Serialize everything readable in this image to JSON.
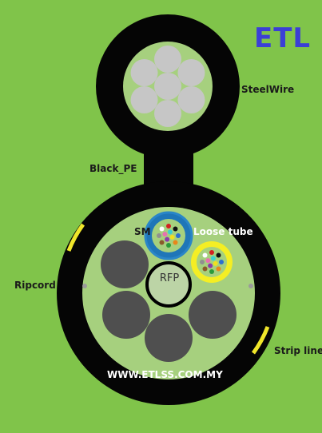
{
  "logo": "ETL",
  "labels": {
    "steelwire": "SteelWire",
    "black_pe": "Black_PE",
    "sm": "SM",
    "loose_tube": "Loose tube",
    "rfp": "RFP",
    "ripcord": "Ripcord",
    "strip_line": "Strip line"
  },
  "website": "WWW.ETLSS.COM.MY",
  "colors": {
    "background": "#80c44a",
    "sheath": "#050505",
    "inner": "#a6d07e",
    "steel": "#c6c6c6",
    "filler": "#4f4f4f",
    "rfp": "#bcd4a6",
    "tube_blue": "#2a86c8",
    "tube_yellow": "#f4ee24",
    "logo": "#3b3fd6",
    "strip": "#f0e62a"
  },
  "fiber_colors": [
    "#2c6fd0",
    "#e8861a",
    "#2a9a3a",
    "#8a5a2a",
    "#909090",
    "#ffffff",
    "#d42020",
    "#111111",
    "#f0e020",
    "#8a3aa8",
    "#e870b0",
    "#3ad0d0"
  ]
}
